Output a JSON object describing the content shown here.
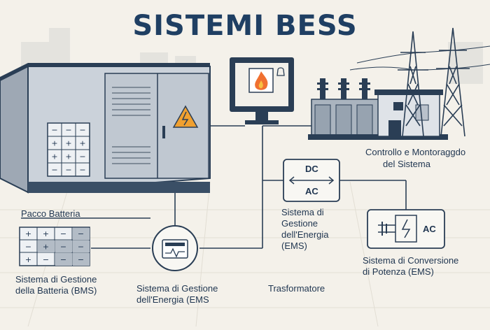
{
  "title": "SISTEMI BESS",
  "labels": {
    "battery_pack": "Pacco Batteria",
    "bms_line1": "Sistema di Gestione",
    "bms_line2": "della Batteria (BMS)",
    "ems_bottom_line1": "Sistema di Gestione",
    "ems_bottom_line2": "dell'Energia (EMS",
    "transformer": "Trasformatore",
    "control_line1": "Controllo e Montoraggdo",
    "control_line2": "del Sistema",
    "ems_mid_line1": "Sistema di",
    "ems_mid_line2": "Gestione",
    "ems_mid_line3": "dell'Energia",
    "ems_mid_line4": "(EMS)",
    "pcs_line1": "Sistema di Conversione",
    "pcs_line2": "di Potenza (EMS)"
  },
  "converter": {
    "top": "DC",
    "bottom": "AC"
  },
  "pcs_box": {
    "text": "AC"
  },
  "battery_symbols": {
    "cabinet_rows": [
      [
        "−",
        "−",
        "−"
      ],
      [
        "+",
        "+",
        "+"
      ],
      [
        "+",
        "+",
        "−"
      ],
      [
        "−",
        "−",
        "−"
      ]
    ],
    "bms_rows": [
      [
        "+",
        "+",
        "−",
        "−"
      ],
      [
        "−",
        "+",
        "−",
        "−"
      ],
      [
        "+",
        "−",
        "−",
        "−"
      ]
    ]
  },
  "colors": {
    "navy": "#1f3f63",
    "gray_cabinet": "#c7ced6",
    "accent_orange": "#f0a030",
    "line": "#2a3e55"
  }
}
